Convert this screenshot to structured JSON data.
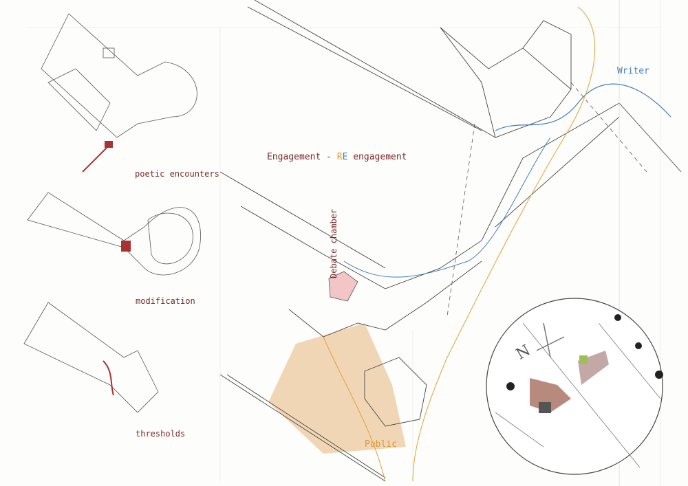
{
  "title": {
    "part1": "Engagement - ",
    "r": "R",
    "e": "E",
    "part2": " engagement"
  },
  "labels": {
    "poetic_encounters": "poetic encounters",
    "modification": "modification",
    "thresholds": "thresholds",
    "debate_chamber": "Debate chamber",
    "writer": "Writer",
    "public": "Public"
  },
  "colors": {
    "accent_red": "#a83232",
    "blue_path": "#3f7fb8",
    "orange_path": "#e0a030",
    "public_fill": "#f0d2ae",
    "chamber_fill": "#f2c6c6"
  }
}
